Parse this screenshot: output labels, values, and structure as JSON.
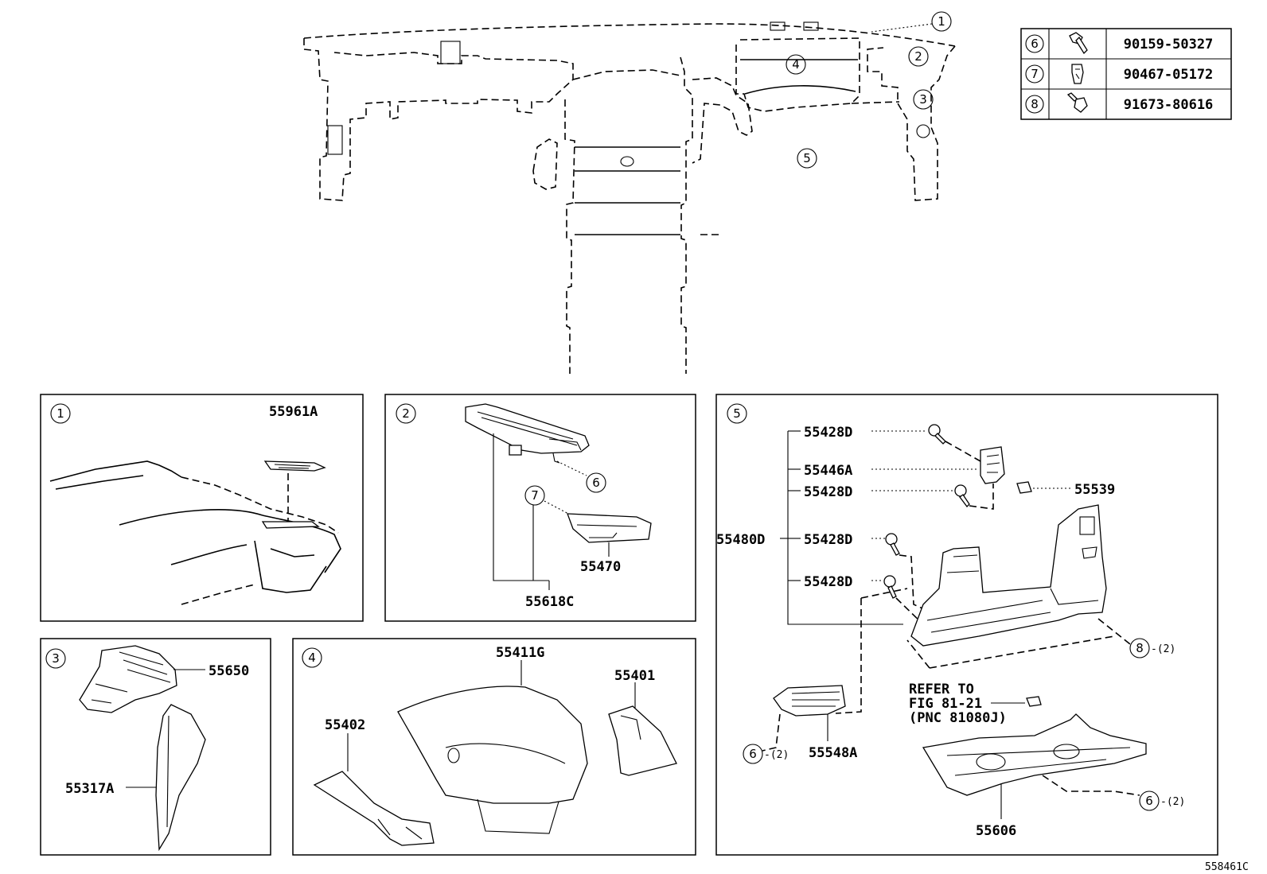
{
  "diagram_id": "558461C",
  "overview_callouts": [
    "1",
    "2",
    "3",
    "4",
    "5"
  ],
  "fastener_table": [
    {
      "ref": "6",
      "icon": "bolt-icon",
      "part_no": "90159-50327"
    },
    {
      "ref": "7",
      "icon": "clip-icon",
      "part_no": "90467-05172"
    },
    {
      "ref": "8",
      "icon": "bolt-icon",
      "part_no": "91673-80616"
    }
  ],
  "panels": {
    "p1": {
      "callout": "1",
      "parts": [
        "55961A"
      ]
    },
    "p2": {
      "callout": "2",
      "parts": [
        "55470",
        "55618C"
      ],
      "fasteners": [
        "6",
        "7"
      ]
    },
    "p3": {
      "callout": "3",
      "parts": [
        "55650",
        "55317A"
      ]
    },
    "p4": {
      "callout": "4",
      "parts": [
        "55411G",
        "55401",
        "55402"
      ]
    },
    "p5": {
      "callout": "5",
      "parts": [
        "55428D",
        "55446A",
        "55428D",
        "55539",
        "55480D",
        "55428D",
        "55428D",
        "55548A",
        "55606"
      ],
      "fastener_refs": [
        {
          "ref": "8",
          "qty": "-(2)"
        },
        {
          "ref": "6",
          "qty": "-(2)"
        },
        {
          "ref": "6",
          "qty": "-(2)"
        }
      ],
      "note": [
        "REFER TO",
        "FIG 81-21",
        "(PNC 81080J)"
      ]
    }
  }
}
